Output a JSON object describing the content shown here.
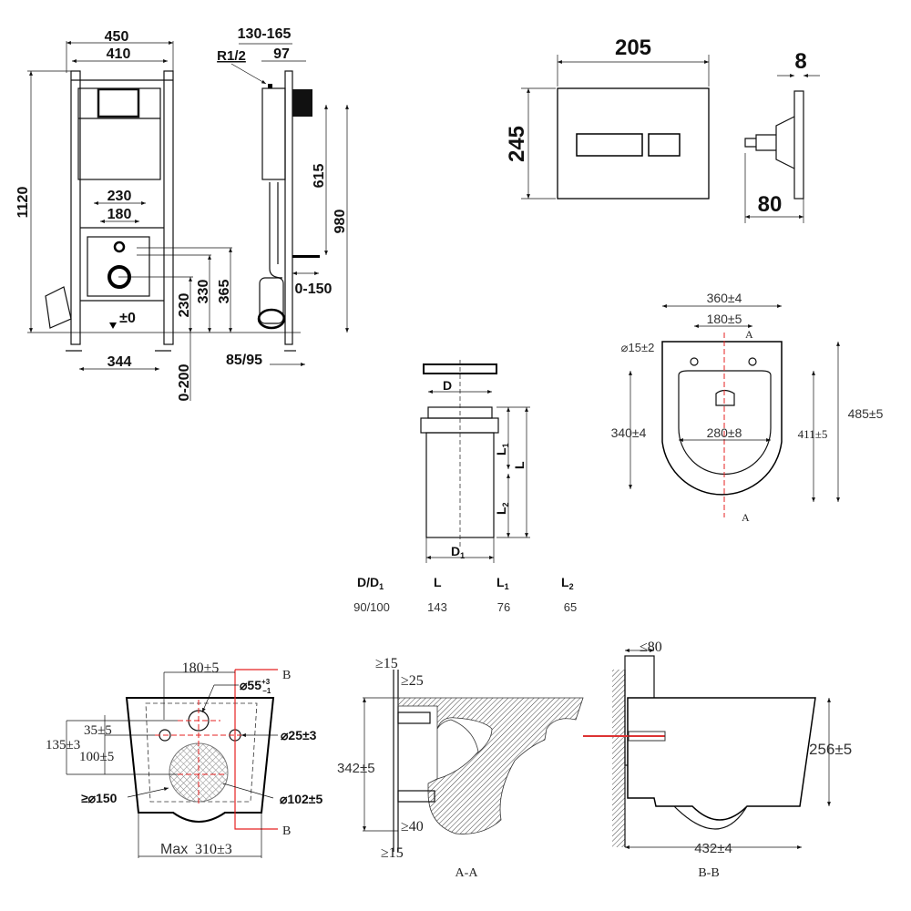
{
  "frame_front": {
    "width_outer": "450",
    "width_inner": "410",
    "height": "1120",
    "bolt_outer": "230",
    "bolt_inner": "180",
    "zero_level": "±0",
    "h230": "230",
    "h330": "330",
    "h365": "365",
    "leg_spacing": "344",
    "leg_adjust": "0-200"
  },
  "frame_side": {
    "depth_range": "130-165",
    "inlet": "R1/2",
    "depth_97": "97",
    "h615": "615",
    "h980": "980",
    "outlet_range": "0-150",
    "foot": "85/95"
  },
  "flush_plate": {
    "width": "205",
    "height": "245",
    "thickness": "8",
    "depth": "80"
  },
  "toilet_top": {
    "width": "360±4",
    "bolt_spacing": "180±5",
    "bolt_hole": "⌀15±2",
    "inner_length": "340±4",
    "inner_width": "280±8",
    "length": "485±5",
    "length_inner": "411±5",
    "section_label": "A"
  },
  "adapter": {
    "labels": {
      "D": "D",
      "D1": "D",
      "D1_sub": "1",
      "L": "L",
      "L1": "L",
      "L1_sub": "1",
      "L2": "L",
      "L2_sub": "2"
    },
    "table": {
      "headers": [
        {
          "main": "D/D",
          "sub": "1"
        },
        {
          "main": "L",
          "sub": ""
        },
        {
          "main": "L",
          "sub": "1"
        },
        {
          "main": "L",
          "sub": "2"
        }
      ],
      "values": [
        "90/100",
        "143",
        "76",
        "65"
      ]
    }
  },
  "toilet_back": {
    "bolt_spacing": "180±5",
    "outlet_diam": "⌀55",
    "outlet_tol_up": "+3",
    "outlet_tol_down": "−1",
    "section_label": "B",
    "h35": "35±5",
    "h135": "135±3",
    "h100": "100±5",
    "bolt_hole": "⌀25±3",
    "min_opening": "≥⌀150",
    "drain": "⌀102±5",
    "max_label": "Max",
    "max_width": "310±3"
  },
  "section_aa": {
    "top_gap": "≥15",
    "gap25": "≥25",
    "height": "342±5",
    "gap40": "≥40",
    "bottom_gap": "≥15",
    "title": "A-A"
  },
  "section_bb": {
    "wall": "≤80",
    "height": "256±5",
    "length": "432±4",
    "title": "B-B"
  }
}
